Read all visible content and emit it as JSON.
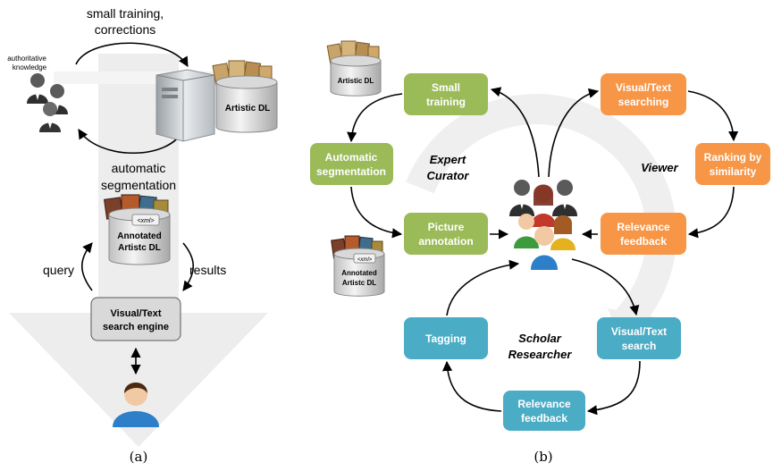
{
  "panel_a": {
    "top_label_line1": "small training,",
    "top_label_line2": "corrections",
    "authoritative_line1": "authoritative",
    "authoritative_line2": "knowledge",
    "artistic_dl": "Artistic DL",
    "bottom_label_line1": "automatic",
    "bottom_label_line2": "segmentation",
    "xml_tag": "<xml>",
    "annotated_line1": "Annotated",
    "annotated_line2": "Artistc DL",
    "query": "query",
    "results": "results",
    "engine_line1": "Visual/Text",
    "engine_line2": "search engine",
    "caption": "(a)"
  },
  "panel_b": {
    "artistic_dl": "Artistic DL",
    "xml_tag": "<xml>",
    "annotated_line1": "Annotated",
    "annotated_line2": "Artistc DL",
    "small_training_line1": "Small",
    "small_training_line2": "training",
    "auto_seg_line1": "Automatic",
    "auto_seg_line2": "segmentation",
    "picture_ann_line1": "Picture",
    "picture_ann_line2": "annotation",
    "visual_search_line1": "Visual/Text",
    "visual_search_line2": "searching",
    "ranking_line1": "Ranking by",
    "ranking_line2": "similarity",
    "relevance_orange_line1": "Relevance",
    "relevance_orange_line2": "feedback",
    "tagging": "Tagging",
    "visual_text_search_line1": "Visual/Text",
    "visual_text_search_line2": "search",
    "relevance_blue_line1": "Relevance",
    "relevance_blue_line2": "feedback",
    "expert_line1": "Expert",
    "expert_line2": "Curator",
    "viewer": "Viewer",
    "scholar_line1": "Scholar",
    "scholar_line2": "Researcher",
    "caption": "(b)"
  },
  "colors": {
    "green": "#9bbb59",
    "orange": "#f79646",
    "blue": "#4bacc6",
    "gray_arrow": "#ececec",
    "engine_box": "#d9d9d9"
  }
}
